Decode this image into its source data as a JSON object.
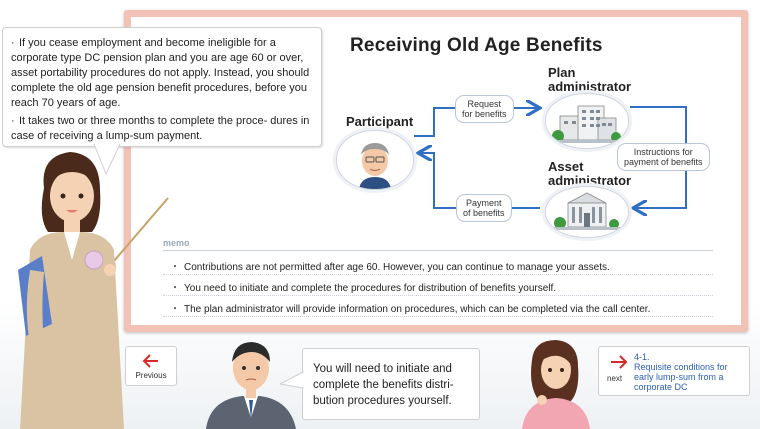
{
  "title": "Receiving Old Age Benefits",
  "diagram": {
    "participant": "Participant",
    "plan_admin_1": "Plan",
    "plan_admin_2": "administrator",
    "asset_admin_1": "Asset",
    "asset_admin_2": "administrator",
    "request_1": "Request",
    "request_2": "for benefits",
    "instructions_1": "Instructions for",
    "instructions_2": "payment of benefits",
    "payment_1": "Payment",
    "payment_2": "of benefits"
  },
  "memo": {
    "title": "memo",
    "items": [
      "Contributions are not permitted after age 60. However, you can continue to manage your assets.",
      "You need to initiate and complete the procedures for distribution of benefits yourself.",
      "The plan administrator will provide information on procedures, which can be completed via the call center."
    ]
  },
  "bubble_left": {
    "p1": "If you cease employment and become ineligible for a corporate type DC pension plan and you are age 60 or over, asset portability procedures do not apply. Instead, you should complete the old age pension benefit procedures, before you reach 70 years of  age.",
    "p2": "It takes two or three months to complete the proce- dures in case of receiving a lump-sum payment."
  },
  "bubble_bottom": "You will need to initiate and complete the benefits distri- bution procedures yourself.",
  "nav": {
    "previous": "Previous",
    "next": "next",
    "next_num": "4-1.",
    "next_title": "Requisite conditions for early lump-sum from a corporate DC"
  },
  "colors": {
    "arrow": "#2f6fc4",
    "nav_arrow": "#d62a2a",
    "board_frame": "#f3c2b6"
  },
  "icons": [
    "back-arrow-icon",
    "forward-arrow-icon",
    "participant-face-icon",
    "office-buildings-icon",
    "bank-building-icon"
  ]
}
